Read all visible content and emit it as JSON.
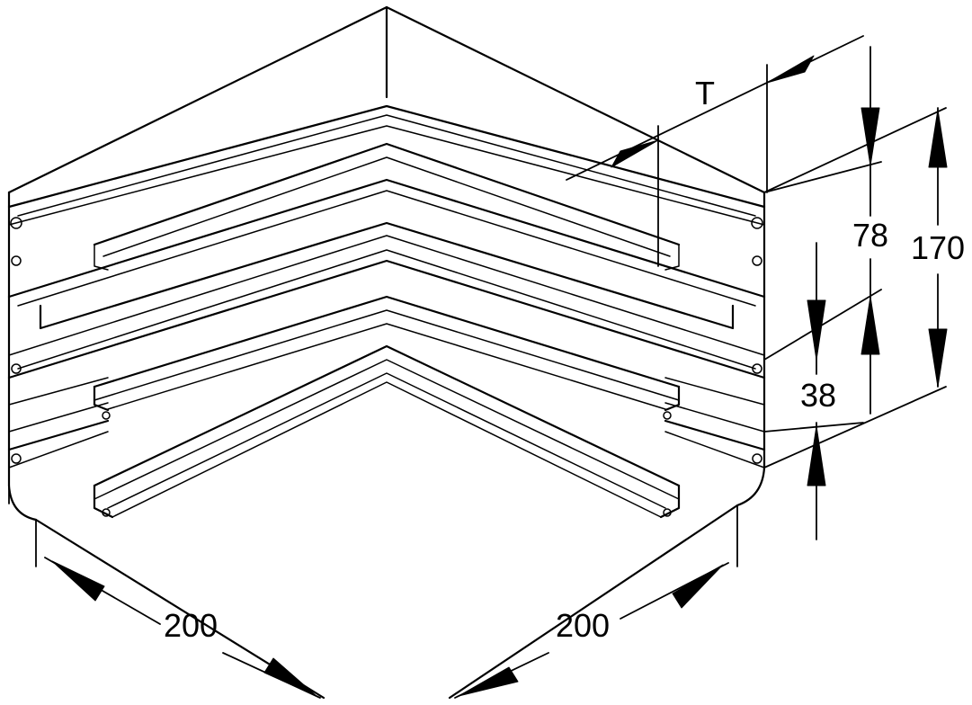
{
  "drawing": {
    "labels": {
      "width_left": "200",
      "width_right": "200",
      "total_height": "170",
      "upper_channel_height": "78",
      "lower_channel_height": "38",
      "depth": "T"
    },
    "colors": {
      "line": "#000000",
      "background": "#ffffff"
    }
  }
}
